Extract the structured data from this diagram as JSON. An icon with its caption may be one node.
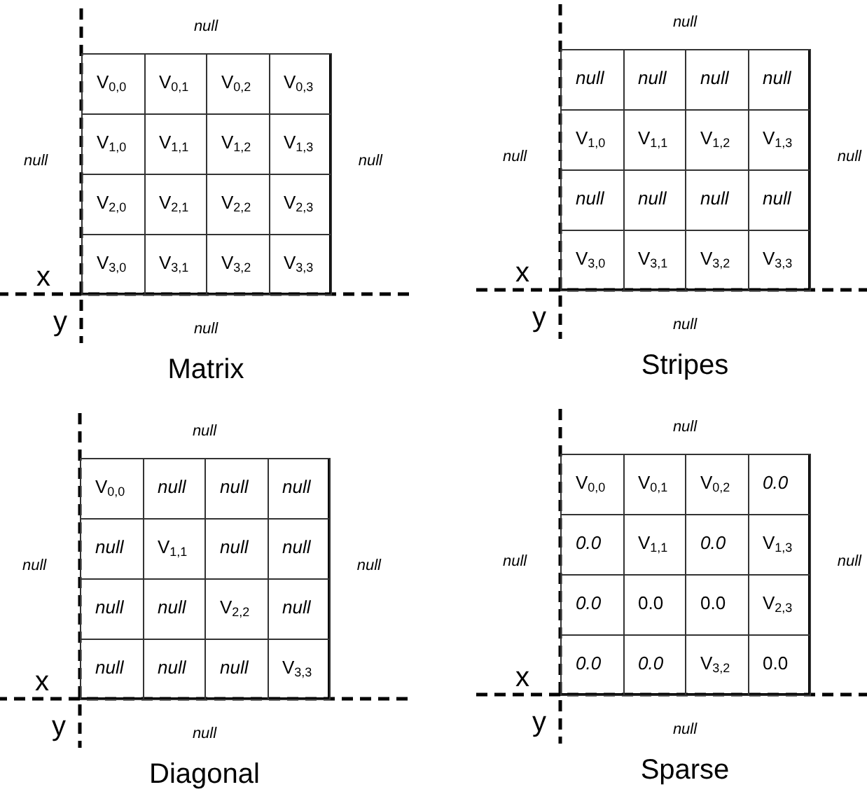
{
  "diagram": {
    "nodes": [
      {
        "text": [
          "Matrix"
        ],
        "beside": [
          "*null*",
          "*null*",
          "*null*",
          "*null*"
        ]
      },
      {
        "text": [
          "V$_{0,0}$"
        ],
        "in": 0
      },
      {
        "text": [
          "V$_{0,1}$"
        ],
        "in": 0
      },
      {
        "text": [
          "V$_{0,2}$"
        ],
        "in": 0
      },
      {
        "text": [
          "V$_{0,3}$"
        ],
        "in": 0
      },
      {
        "text": [
          "V$_{1,0}$"
        ],
        "in": 0
      },
      {
        "text": [
          "V$_{1,1}$"
        ],
        "in": 0
      },
      {
        "text": [
          "V$_{1,2}$"
        ],
        "in": 0
      },
      {
        "text": [
          "V$_{1,3}$"
        ],
        "in": 0
      },
      {
        "text": [
          "V$_{2,0}$"
        ],
        "in": 0
      },
      {
        "text": [
          "V$_{2,1}$"
        ],
        "in": 0
      },
      {
        "text": [
          "V$_{2,2}$"
        ],
        "in": 0
      },
      {
        "text": [
          "V$_{2,3}$"
        ],
        "in": 0
      },
      {
        "text": [
          "V$_{3,0}$"
        ],
        "in": 0
      },
      {
        "text": [
          "V$_{3,1}$"
        ],
        "in": 0
      },
      {
        "text": [
          "V$_{3,2}$"
        ],
        "in": 0
      },
      {
        "text": [
          "V$_{3,3}$"
        ],
        "in": 0
      },
      {
        "text": [
          "Stripes"
        ],
        "beside": [
          "*null*",
          "*null*",
          "*null*",
          "*null*"
        ]
      },
      {
        "text": [
          "*null*"
        ],
        "in": 17
      },
      {
        "text": [
          "*null*"
        ],
        "in": 17
      },
      {
        "text": [
          "*null*"
        ],
        "in": 17
      },
      {
        "text": [
          "*null*"
        ],
        "in": 17
      },
      {
        "text": [
          "V$_{1,0}$"
        ],
        "in": 17
      },
      {
        "text": [
          "V$_{1,1}$"
        ],
        "in": 17
      },
      {
        "text": [
          "V$_{1,2}$"
        ],
        "in": 17
      },
      {
        "text": [
          "V$_{1,3}$"
        ],
        "in": 17
      },
      {
        "text": [
          "*null*"
        ],
        "in": 17
      },
      {
        "text": [
          "*null*"
        ],
        "in": 17
      },
      {
        "text": [
          "*null*"
        ],
        "in": 17
      },
      {
        "text": [
          "*null*"
        ],
        "in": 17
      },
      {
        "text": [
          "V$_{3,0}$"
        ],
        "in": 17
      },
      {
        "text": [
          "V$_{3,1}$"
        ],
        "in": 17
      },
      {
        "text": [
          "V$_{3,2}$"
        ],
        "in": 17
      },
      {
        "text": [
          "V$_{3,3}$"
        ],
        "in": 17
      },
      {
        "text": [
          "Diagonal"
        ],
        "beside": [
          "*null*",
          "*null*",
          "*null*",
          "*null*"
        ]
      },
      {
        "text": [
          "V$_{0,0}$"
        ],
        "in": 34
      },
      {
        "text": [
          "*null*"
        ],
        "in": 34
      },
      {
        "text": [
          "*null*"
        ],
        "in": 34
      },
      {
        "text": [
          "*null*"
        ],
        "in": 34
      },
      {
        "text": [
          "*null*"
        ],
        "in": 34
      },
      {
        "text": [
          "V$_{1,1}$"
        ],
        "in": 34
      },
      {
        "text": [
          "*null*"
        ],
        "in": 34
      },
      {
        "text": [
          "*null*"
        ],
        "in": 34
      },
      {
        "text": [
          "*null*"
        ],
        "in": 34
      },
      {
        "text": [
          "*null*"
        ],
        "in": 34
      },
      {
        "text": [
          "V$_{2,2}$"
        ],
        "in": 34
      },
      {
        "text": [
          "*null*"
        ],
        "in": 34
      },
      {
        "text": [
          "*null*"
        ],
        "in": 34
      },
      {
        "text": [
          "*null*"
        ],
        "in": 34
      },
      {
        "text": [
          "*null*"
        ],
        "in": 34
      },
      {
        "text": [
          "V$_{3,3}$"
        ],
        "in": 34
      },
      {
        "text": [
          "Sparse"
        ],
        "beside": [
          "*null*",
          "*null*",
          "*null*",
          "*null*"
        ]
      },
      {
        "text": [
          "V$_{0,0}$"
        ],
        "in": 51
      },
      {
        "text": [
          "V$_{0,1}$"
        ],
        "in": 51
      },
      {
        "text": [
          "V$_{0,2}$"
        ],
        "in": 51
      },
      {
        "text": [
          "*0.0*"
        ],
        "in": 51
      },
      {
        "text": [
          "*0.0*"
        ],
        "in": 51
      },
      {
        "text": [
          "V$_{1,1}$"
        ],
        "in": 51
      },
      {
        "text": [
          "*0.0*"
        ],
        "in": 51
      },
      {
        "text": [
          "V$_{1,3}$"
        ],
        "in": 51
      },
      {
        "text": [
          "*0.0*"
        ],
        "in": 51
      },
      {
        "text": [
          "0.0"
        ],
        "in": 51
      },
      {
        "text": [
          "0.0"
        ],
        "in": 51
      },
      {
        "text": [
          "V$_{2,3}$"
        ],
        "in": 51
      },
      {
        "text": [
          "*0.0*"
        ],
        "in": 51
      },
      {
        "text": [
          "*0.0*"
        ],
        "in": 51
      },
      {
        "text": [
          "V$_{3,2}$"
        ],
        "in": 51
      },
      {
        "text": [
          "0.0"
        ],
        "in": 51
      }
    ],
    "labels": [
      "x",
      "y",
      "x",
      "y",
      "x",
      "y",
      "x",
      "y"
    ]
  }
}
